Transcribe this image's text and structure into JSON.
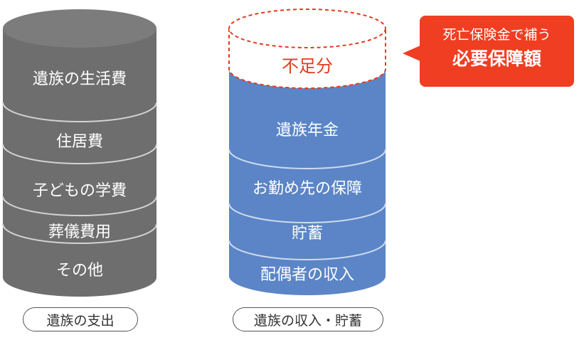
{
  "left_cylinder": {
    "segments": [
      "遺族の生活費",
      "住居費",
      "子どもの学費",
      "葬儀費用",
      "その他"
    ],
    "caption": "遺族の支出",
    "color": "#6e6e6e"
  },
  "right_cylinder": {
    "gap_label": "不足分",
    "segments": [
      "遺族年金",
      "お勤め先の保障",
      "貯蓄",
      "配偶者の収入"
    ],
    "caption": "遺族の収入・貯蓄",
    "color": "#5b85c6"
  },
  "callout": {
    "line1": "死亡保険金で補う",
    "line2": "必要保障額",
    "color": "#ef3e22"
  }
}
